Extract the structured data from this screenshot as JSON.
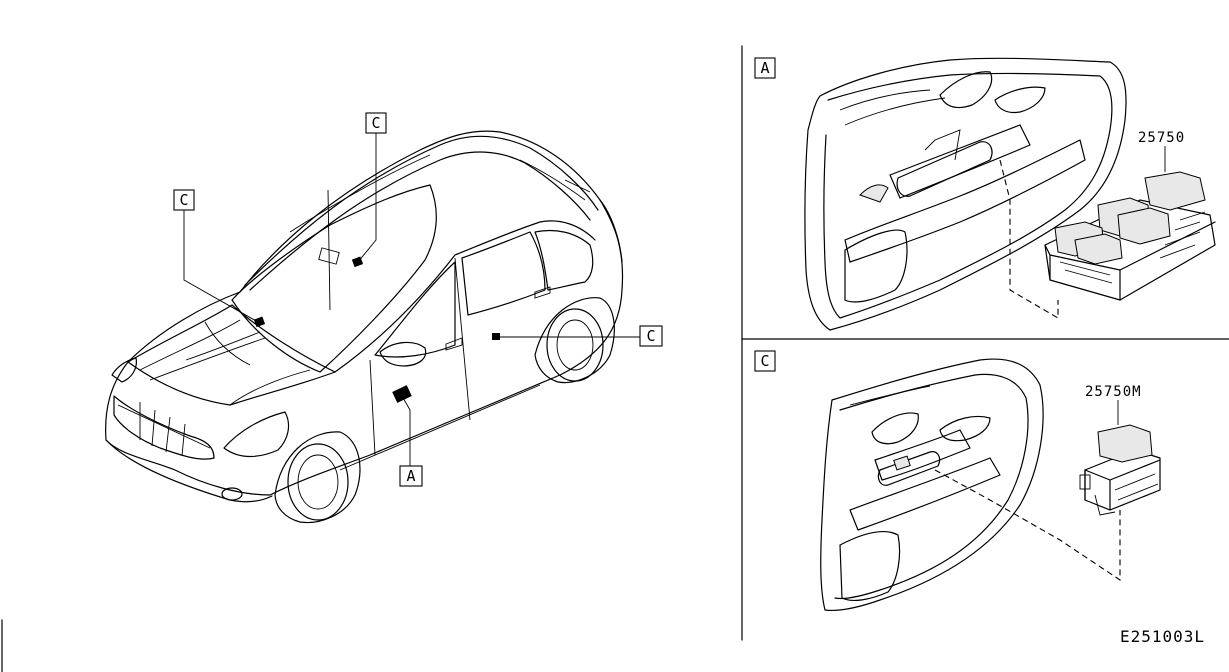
{
  "callouts": {
    "car_c1": "C",
    "car_c2": "C",
    "car_c3": "C",
    "car_a": "A",
    "panel_a": "A",
    "panel_c": "C"
  },
  "parts": {
    "main_switch": "25750",
    "sub_switch": "25750M"
  },
  "diagram_code": "E251003L"
}
